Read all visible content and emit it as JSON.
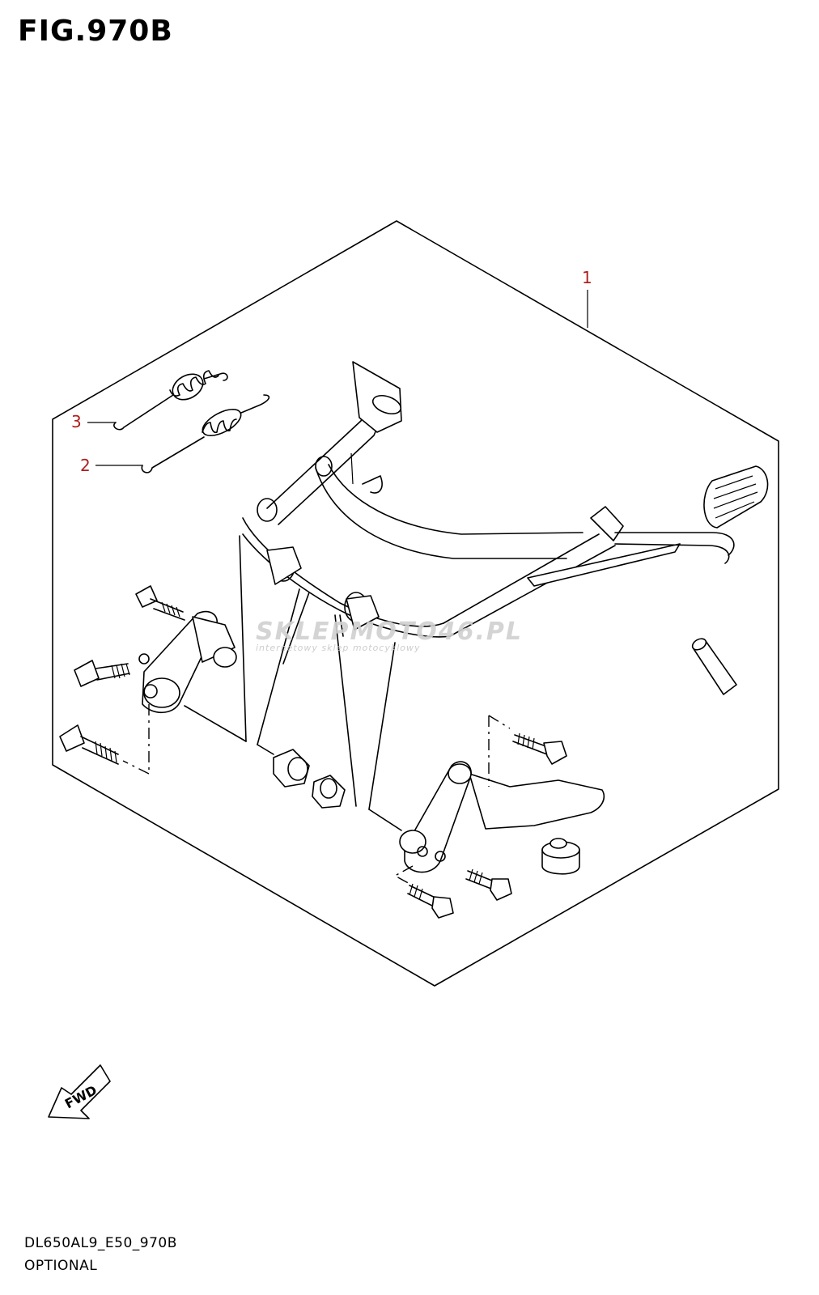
{
  "title": "FIG.970B",
  "callouts": [
    {
      "number": "1"
    },
    {
      "number": "2"
    },
    {
      "number": "3"
    }
  ],
  "watermark": {
    "main": "SKLEPMOTO46.PL",
    "sub": "internetowy sklep motocyklowy"
  },
  "fwd_label": "FWD",
  "footer": {
    "code": "DL650AL9_E50_970B",
    "subtitle": "OPTIONAL"
  },
  "colors": {
    "callout": "#b01e1e",
    "line": "#000000",
    "watermark": "#cccccc"
  }
}
